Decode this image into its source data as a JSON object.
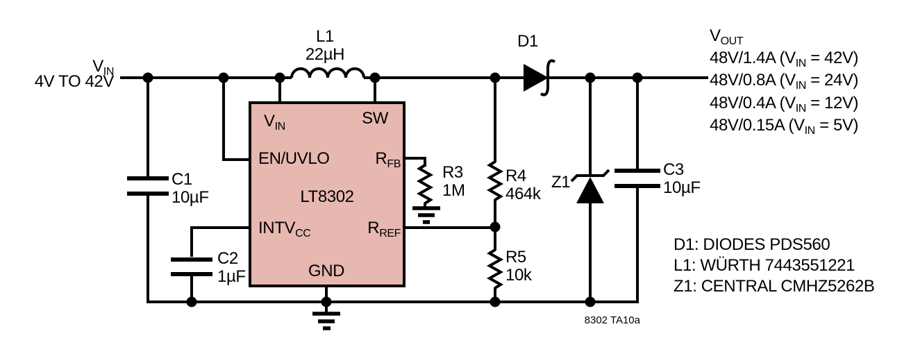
{
  "input": {
    "v": "V",
    "v_sub": "IN",
    "range": "4V TO 42V"
  },
  "ic": {
    "part": "LT8302",
    "pin_vin": "V",
    "pin_vin_sub": "IN",
    "pin_sw": "SW",
    "pin_en": "EN/UVLO",
    "pin_rfb": "R",
    "pin_rfb_sub": "FB",
    "pin_intv": "INTV",
    "pin_intv_sub": "CC",
    "pin_rref": "R",
    "pin_rref_sub": "REF",
    "pin_gnd": "GND"
  },
  "components": {
    "l1": {
      "ref": "L1",
      "value": "22µH"
    },
    "d1": {
      "ref": "D1"
    },
    "z1": {
      "ref": "Z1"
    },
    "c1": {
      "ref": "C1",
      "value": "10µF"
    },
    "c2": {
      "ref": "C2",
      "value": "1µF"
    },
    "c3": {
      "ref": "C3",
      "value": "10µF"
    },
    "r3": {
      "ref": "R3",
      "value": "1M"
    },
    "r4": {
      "ref": "R4",
      "value": "464k"
    },
    "r5": {
      "ref": "R5",
      "value": "10k"
    }
  },
  "output": {
    "v": "V",
    "v_sub": "OUT",
    "lines": [
      {
        "pre": "48V/1.4A (V",
        "sub": "IN",
        "post": " = 42V)"
      },
      {
        "pre": "48V/0.8A (V",
        "sub": "IN",
        "post": " = 24V)"
      },
      {
        "pre": "48V/0.4A (V",
        "sub": "IN",
        "post": " = 12V)"
      },
      {
        "pre": "48V/0.15A (V",
        "sub": "IN",
        "post": " = 5V)"
      }
    ]
  },
  "notes": [
    "D1: DIODES PDS560",
    "L1: WÜRTH 7443551221",
    "Z1: CENTRAL CMHZ5262B"
  ],
  "footnote": "8302 TA10a",
  "colors": {
    "ic_fill": "#e6b8b0",
    "wire": "#000000",
    "background": "#ffffff"
  }
}
